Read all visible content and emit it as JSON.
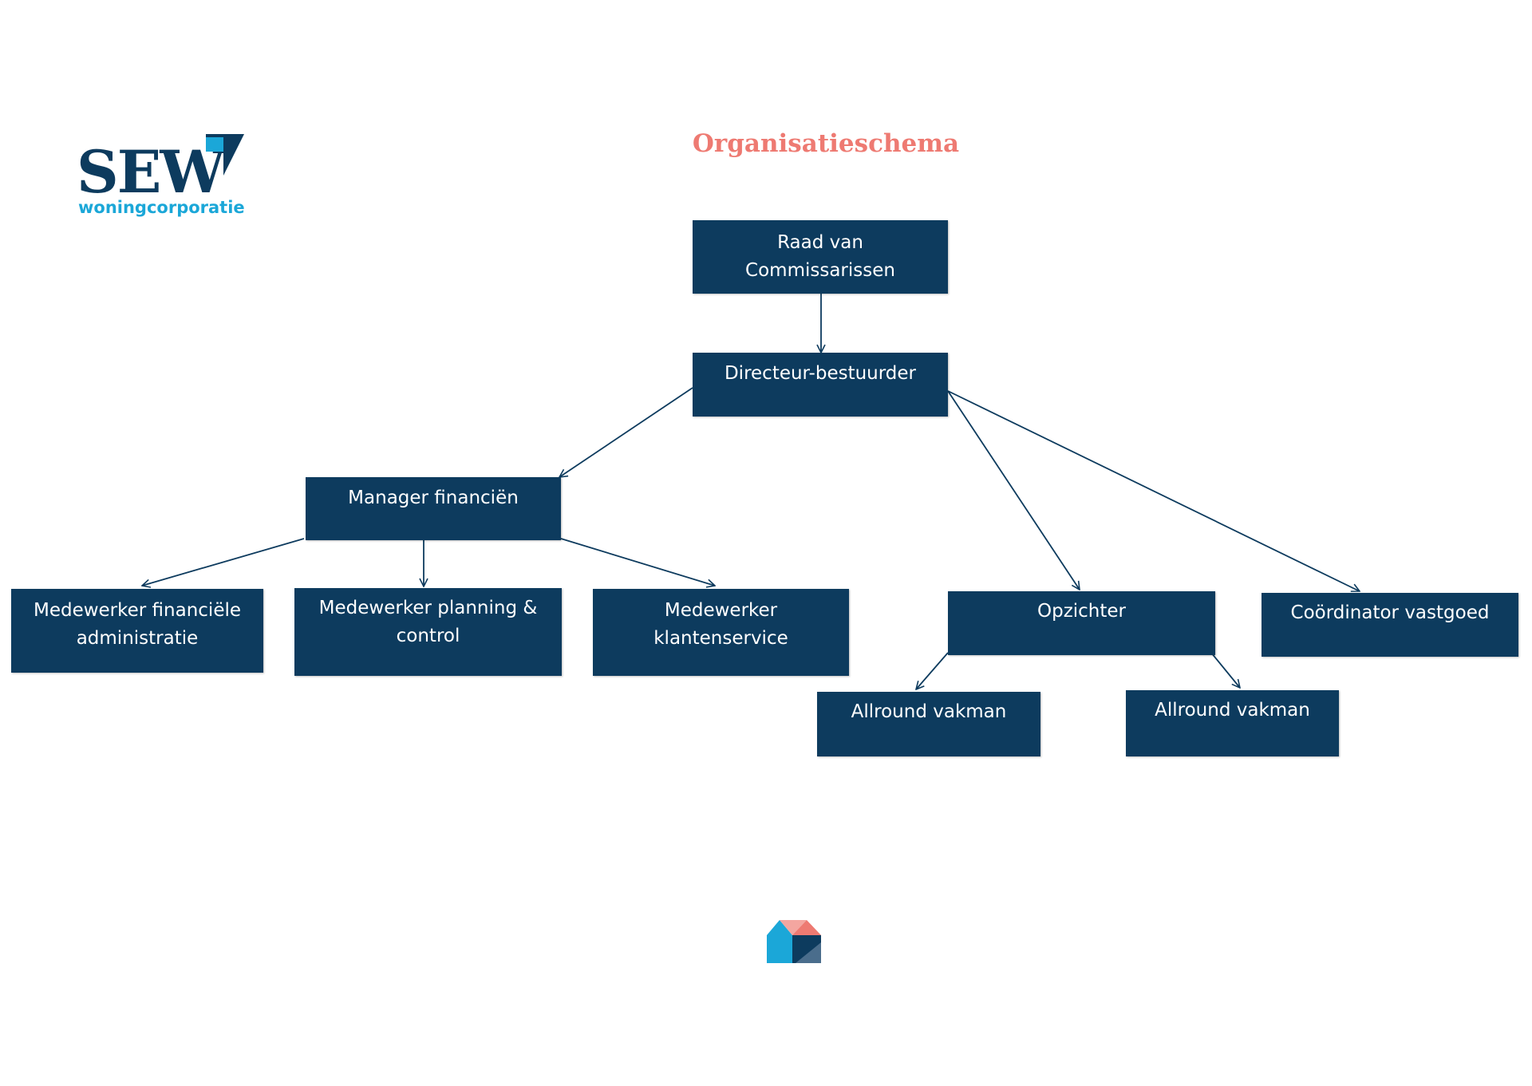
{
  "logo": {
    "name": "SEW",
    "subtitle": "woningcorporatie"
  },
  "title": "Organisatieschema",
  "colors": {
    "node_fill": "#0d3b5e",
    "node_text": "#ffffff",
    "title": "#ee7a72",
    "logo_blue": "#1ba7d8",
    "line": "#0d3b5e"
  },
  "nodes": {
    "raad": "Raad van Commissarissen",
    "directeur": "Directeur-bestuurder",
    "manager": "Manager financiën",
    "med_fin": "Medewerker financiële administratie",
    "med_plan": "Medewerker planning & control",
    "med_klant": "Medewerker klantenservice",
    "opzichter": "Opzichter",
    "coordinator": "Coördinator vastgoed",
    "vakman1": "Allround vakman",
    "vakman2": "Allround vakman"
  },
  "edges": [
    [
      "raad",
      "directeur"
    ],
    [
      "directeur",
      "manager"
    ],
    [
      "directeur",
      "opzichter"
    ],
    [
      "directeur",
      "coordinator"
    ],
    [
      "manager",
      "med_fin"
    ],
    [
      "manager",
      "med_plan"
    ],
    [
      "manager",
      "med_klant"
    ],
    [
      "opzichter",
      "vakman1"
    ],
    [
      "opzichter",
      "vakman2"
    ]
  ],
  "footer_icon": "house-icon"
}
